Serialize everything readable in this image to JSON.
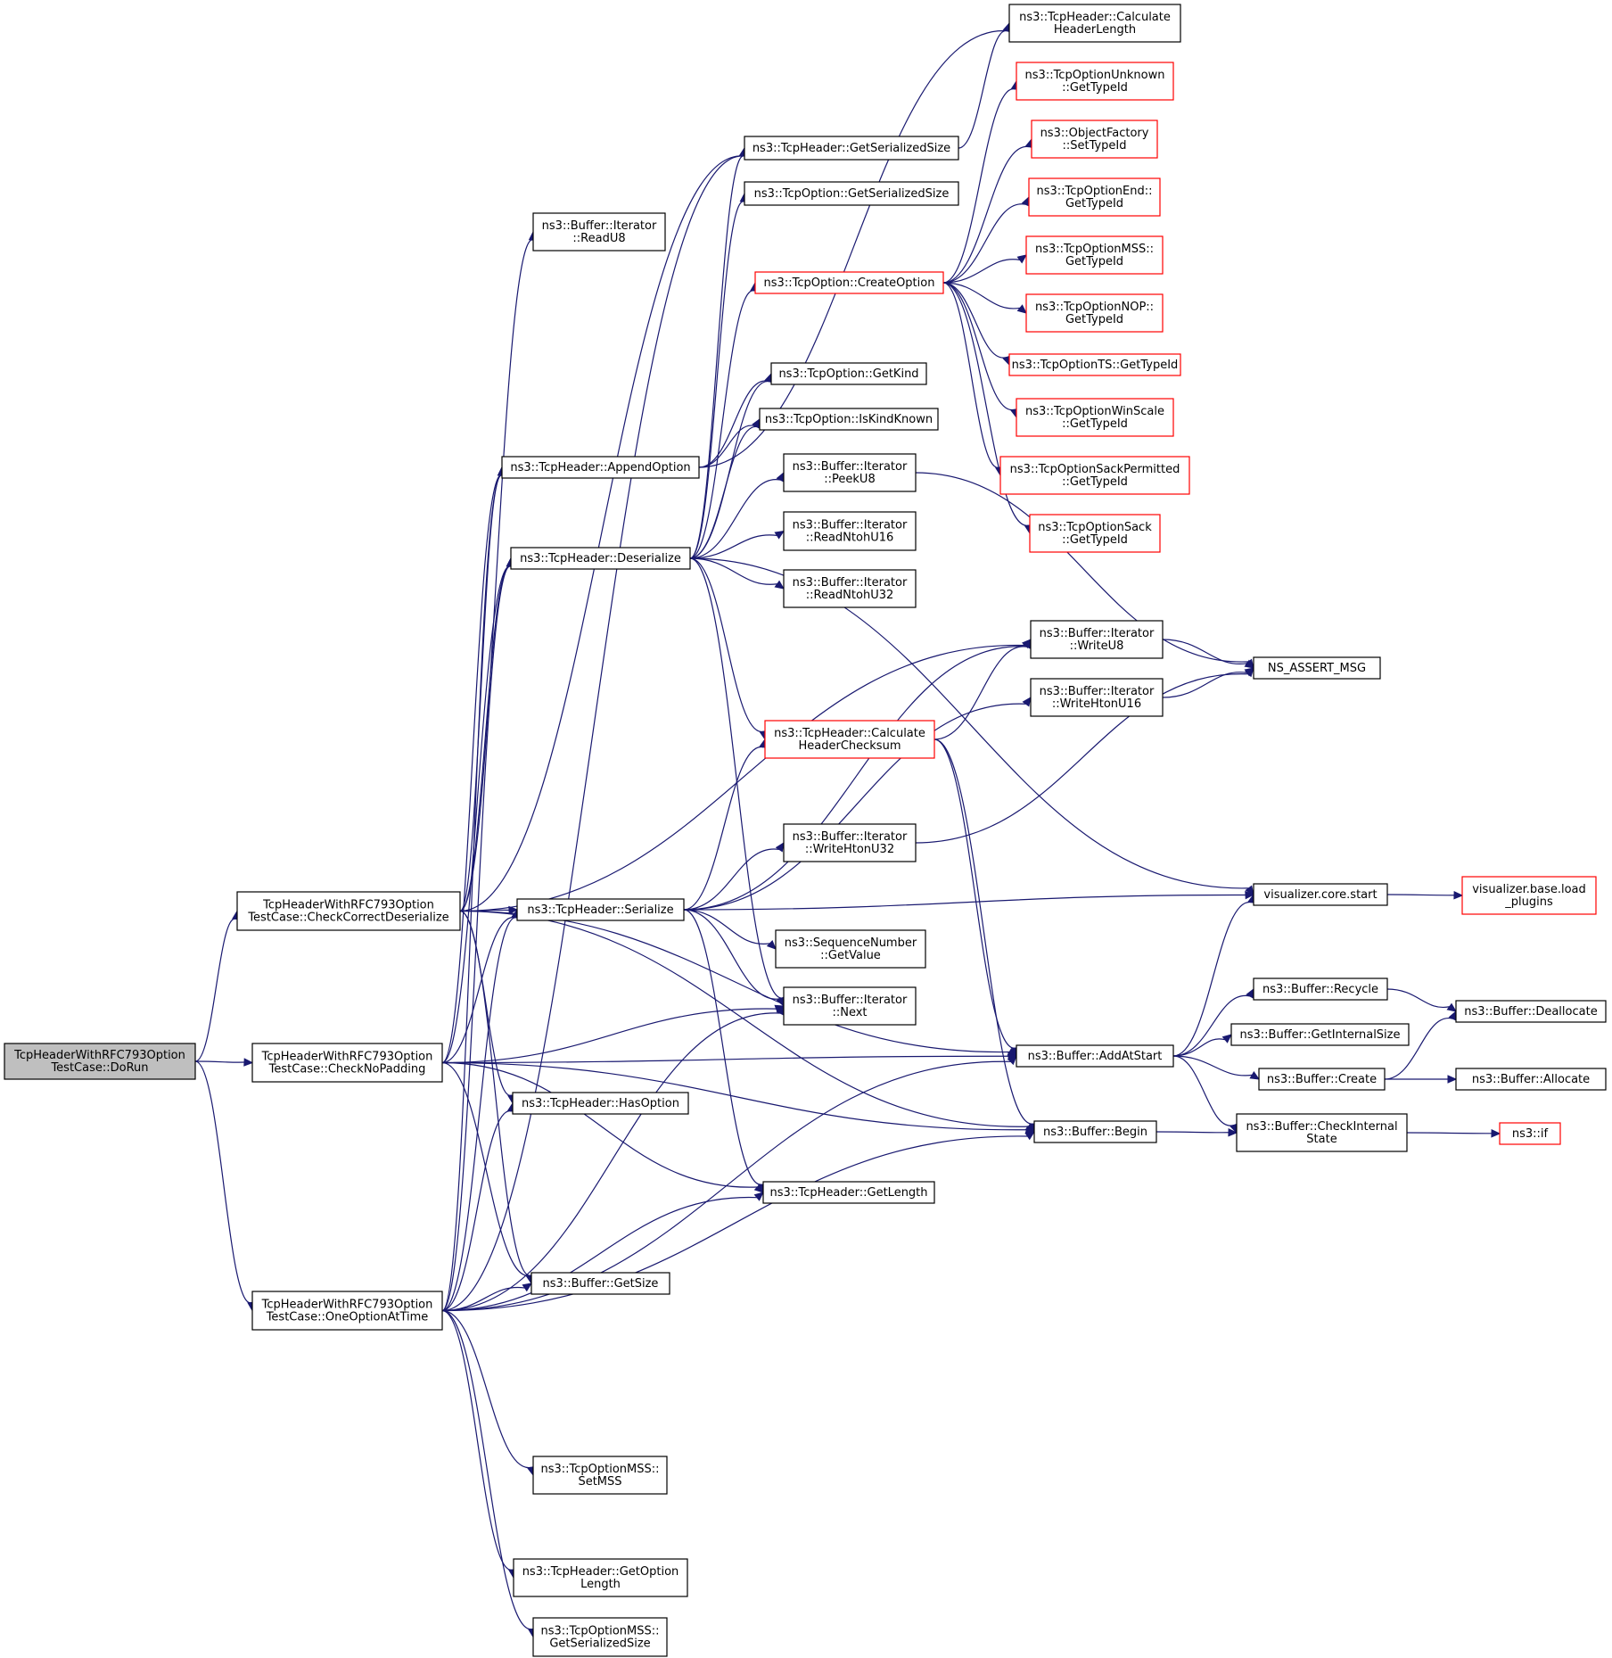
{
  "colors": {
    "edge": "#191970",
    "root_fill": "#bfbfbf",
    "default_border": "#000000",
    "truncated_border": "#ff0000"
  },
  "nodes": [
    {
      "id": "dorun",
      "lines": [
        "TcpHeaderWithRFC793Option",
        "TestCase::DoRun"
      ],
      "style": "root"
    },
    {
      "id": "checkcorrect",
      "lines": [
        "TcpHeaderWithRFC793Option",
        "TestCase::CheckCorrectDeserialize"
      ],
      "style": "normal"
    },
    {
      "id": "checknopad",
      "lines": [
        "TcpHeaderWithRFC793Option",
        "TestCase::CheckNoPadding"
      ],
      "style": "normal"
    },
    {
      "id": "oneopt",
      "lines": [
        "TcpHeaderWithRFC793Option",
        "TestCase::OneOptionAtTime"
      ],
      "style": "normal"
    },
    {
      "id": "readu8",
      "lines": [
        "ns3::Buffer::Iterator",
        "::ReadU8"
      ],
      "style": "normal"
    },
    {
      "id": "appendopt",
      "lines": [
        "ns3::TcpHeader::AppendOption"
      ],
      "style": "normal"
    },
    {
      "id": "deser",
      "lines": [
        "ns3::TcpHeader::Deserialize"
      ],
      "style": "normal"
    },
    {
      "id": "ser",
      "lines": [
        "ns3::TcpHeader::Serialize"
      ],
      "style": "normal"
    },
    {
      "id": "hasopt",
      "lines": [
        "ns3::TcpHeader::HasOption"
      ],
      "style": "normal"
    },
    {
      "id": "getsize",
      "lines": [
        "ns3::Buffer::GetSize"
      ],
      "style": "normal"
    },
    {
      "id": "setmss",
      "lines": [
        "ns3::TcpOptionMSS::",
        "SetMSS"
      ],
      "style": "normal"
    },
    {
      "id": "getoptlen",
      "lines": [
        "ns3::TcpHeader::GetOption",
        "Length"
      ],
      "style": "normal"
    },
    {
      "id": "msssersize",
      "lines": [
        "ns3::TcpOptionMSS::",
        "GetSerializedSize"
      ],
      "style": "normal"
    },
    {
      "id": "hdrsersize",
      "lines": [
        "ns3::TcpHeader::GetSerializedSize"
      ],
      "style": "normal"
    },
    {
      "id": "optsersize",
      "lines": [
        "ns3::TcpOption::GetSerializedSize"
      ],
      "style": "normal"
    },
    {
      "id": "createopt",
      "lines": [
        "ns3::TcpOption::CreateOption"
      ],
      "style": "truncated"
    },
    {
      "id": "getkind",
      "lines": [
        "ns3::TcpOption::GetKind"
      ],
      "style": "normal"
    },
    {
      "id": "iskind",
      "lines": [
        "ns3::TcpOption::IsKindKnown"
      ],
      "style": "normal"
    },
    {
      "id": "peeku8",
      "lines": [
        "ns3::Buffer::Iterator",
        "::PeekU8"
      ],
      "style": "normal"
    },
    {
      "id": "readu16",
      "lines": [
        "ns3::Buffer::Iterator",
        "::ReadNtohU16"
      ],
      "style": "normal"
    },
    {
      "id": "readu32",
      "lines": [
        "ns3::Buffer::Iterator",
        "::ReadNtohU32"
      ],
      "style": "normal"
    },
    {
      "id": "calcchk",
      "lines": [
        "ns3::TcpHeader::Calculate",
        "HeaderChecksum"
      ],
      "style": "truncated"
    },
    {
      "id": "writehu32",
      "lines": [
        "ns3::Buffer::Iterator",
        "::WriteHtonU32"
      ],
      "style": "normal"
    },
    {
      "id": "seqval",
      "lines": [
        "ns3::SequenceNumber",
        "::GetValue"
      ],
      "style": "normal"
    },
    {
      "id": "next",
      "lines": [
        "ns3::Buffer::Iterator",
        "::Next"
      ],
      "style": "normal"
    },
    {
      "id": "getlen",
      "lines": [
        "ns3::TcpHeader::GetLength"
      ],
      "style": "normal"
    },
    {
      "id": "calchdrlen",
      "lines": [
        "ns3::TcpHeader::Calculate",
        "HeaderLength"
      ],
      "style": "normal"
    },
    {
      "id": "unk",
      "lines": [
        "ns3::TcpOptionUnknown",
        "::GetTypeId"
      ],
      "style": "truncated"
    },
    {
      "id": "objfac",
      "lines": [
        "ns3::ObjectFactory",
        "::SetTypeId"
      ],
      "style": "truncated"
    },
    {
      "id": "endtid",
      "lines": [
        "ns3::TcpOptionEnd::",
        "GetTypeId"
      ],
      "style": "truncated"
    },
    {
      "id": "msstid",
      "lines": [
        "ns3::TcpOptionMSS::",
        "GetTypeId"
      ],
      "style": "truncated"
    },
    {
      "id": "noptid",
      "lines": [
        "ns3::TcpOptionNOP::",
        "GetTypeId"
      ],
      "style": "truncated"
    },
    {
      "id": "tstid",
      "lines": [
        "ns3::TcpOptionTS::GetTypeId"
      ],
      "style": "truncated"
    },
    {
      "id": "wstid",
      "lines": [
        "ns3::TcpOptionWinScale",
        "::GetTypeId"
      ],
      "style": "truncated"
    },
    {
      "id": "sackptid",
      "lines": [
        "ns3::TcpOptionSackPermitted",
        "::GetTypeId"
      ],
      "style": "truncated"
    },
    {
      "id": "sacktid",
      "lines": [
        "ns3::TcpOptionSack",
        "::GetTypeId"
      ],
      "style": "truncated"
    },
    {
      "id": "writeu8",
      "lines": [
        "ns3::Buffer::Iterator",
        "::WriteU8"
      ],
      "style": "normal"
    },
    {
      "id": "writehu16",
      "lines": [
        "ns3::Buffer::Iterator",
        "::WriteHtonU16"
      ],
      "style": "normal"
    },
    {
      "id": "addatstart",
      "lines": [
        "ns3::Buffer::AddAtStart"
      ],
      "style": "normal"
    },
    {
      "id": "begin",
      "lines": [
        "ns3::Buffer::Begin"
      ],
      "style": "normal"
    },
    {
      "id": "nsassert",
      "lines": [
        "NS_ASSERT_MSG"
      ],
      "style": "normal"
    },
    {
      "id": "vizstart",
      "lines": [
        "visualizer.core.start"
      ],
      "style": "normal"
    },
    {
      "id": "recycle",
      "lines": [
        "ns3::Buffer::Recycle"
      ],
      "style": "normal"
    },
    {
      "id": "getintsize",
      "lines": [
        "ns3::Buffer::GetInternalSize"
      ],
      "style": "normal"
    },
    {
      "id": "create",
      "lines": [
        "ns3::Buffer::Create"
      ],
      "style": "normal"
    },
    {
      "id": "checkint",
      "lines": [
        "ns3::Buffer::CheckInternal",
        "State"
      ],
      "style": "normal"
    },
    {
      "id": "vizload",
      "lines": [
        "visualizer.base.load",
        "_plugins"
      ],
      "style": "truncated"
    },
    {
      "id": "dealloc",
      "lines": [
        "ns3::Buffer::Deallocate"
      ],
      "style": "normal"
    },
    {
      "id": "alloc",
      "lines": [
        "ns3::Buffer::Allocate"
      ],
      "style": "normal"
    },
    {
      "id": "nsif",
      "lines": [
        "ns3::if"
      ],
      "style": "truncated"
    }
  ],
  "edges": [
    [
      "dorun",
      "checkcorrect"
    ],
    [
      "dorun",
      "checknopad"
    ],
    [
      "dorun",
      "oneopt"
    ],
    [
      "checkcorrect",
      "readu8"
    ],
    [
      "checkcorrect",
      "appendopt"
    ],
    [
      "checkcorrect",
      "deser"
    ],
    [
      "checkcorrect",
      "ser"
    ],
    [
      "checkcorrect",
      "hasopt"
    ],
    [
      "checkcorrect",
      "getsize"
    ],
    [
      "checkcorrect",
      "hdrsersize"
    ],
    [
      "checkcorrect",
      "writeu8"
    ],
    [
      "checkcorrect",
      "addatstart"
    ],
    [
      "checkcorrect",
      "begin"
    ],
    [
      "checknopad",
      "appendopt"
    ],
    [
      "checknopad",
      "deser"
    ],
    [
      "checknopad",
      "ser"
    ],
    [
      "checknopad",
      "next"
    ],
    [
      "checknopad",
      "getsize"
    ],
    [
      "checknopad",
      "getlen"
    ],
    [
      "checknopad",
      "addatstart"
    ],
    [
      "checknopad",
      "begin"
    ],
    [
      "oneopt",
      "appendopt"
    ],
    [
      "oneopt",
      "deser"
    ],
    [
      "oneopt",
      "ser"
    ],
    [
      "oneopt",
      "hasopt"
    ],
    [
      "oneopt",
      "getsize"
    ],
    [
      "oneopt",
      "setmss"
    ],
    [
      "oneopt",
      "getoptlen"
    ],
    [
      "oneopt",
      "msssersize"
    ],
    [
      "oneopt",
      "hdrsersize"
    ],
    [
      "oneopt",
      "next"
    ],
    [
      "oneopt",
      "getlen"
    ],
    [
      "oneopt",
      "addatstart"
    ],
    [
      "oneopt",
      "begin"
    ],
    [
      "appendopt",
      "getkind"
    ],
    [
      "appendopt",
      "iskind"
    ],
    [
      "appendopt",
      "calchdrlen"
    ],
    [
      "deser",
      "hdrsersize"
    ],
    [
      "deser",
      "optsersize"
    ],
    [
      "deser",
      "createopt"
    ],
    [
      "deser",
      "getkind"
    ],
    [
      "deser",
      "iskind"
    ],
    [
      "deser",
      "peeku8"
    ],
    [
      "deser",
      "readu16"
    ],
    [
      "deser",
      "readu32"
    ],
    [
      "deser",
      "calcchk"
    ],
    [
      "deser",
      "next"
    ],
    [
      "deser",
      "vizstart"
    ],
    [
      "ser",
      "writeu8"
    ],
    [
      "ser",
      "calcchk"
    ],
    [
      "ser",
      "writehu16"
    ],
    [
      "ser",
      "writehu32"
    ],
    [
      "ser",
      "vizstart"
    ],
    [
      "ser",
      "seqval"
    ],
    [
      "ser",
      "next"
    ],
    [
      "ser",
      "getlen"
    ],
    [
      "hdrsersize",
      "calchdrlen"
    ],
    [
      "createopt",
      "unk"
    ],
    [
      "createopt",
      "objfac"
    ],
    [
      "createopt",
      "endtid"
    ],
    [
      "createopt",
      "msstid"
    ],
    [
      "createopt",
      "noptid"
    ],
    [
      "createopt",
      "tstid"
    ],
    [
      "createopt",
      "wstid"
    ],
    [
      "createopt",
      "sackptid"
    ],
    [
      "createopt",
      "sacktid"
    ],
    [
      "peeku8",
      "nsassert"
    ],
    [
      "calcchk",
      "writeu8"
    ],
    [
      "calcchk",
      "addatstart"
    ],
    [
      "calcchk",
      "begin"
    ],
    [
      "writehu32",
      "nsassert"
    ],
    [
      "writeu8",
      "nsassert"
    ],
    [
      "writehu16",
      "nsassert"
    ],
    [
      "addatstart",
      "vizstart"
    ],
    [
      "addatstart",
      "recycle"
    ],
    [
      "addatstart",
      "getintsize"
    ],
    [
      "addatstart",
      "create"
    ],
    [
      "addatstart",
      "checkint"
    ],
    [
      "begin",
      "checkint"
    ],
    [
      "vizstart",
      "vizload"
    ],
    [
      "recycle",
      "dealloc"
    ],
    [
      "create",
      "dealloc"
    ],
    [
      "create",
      "alloc"
    ],
    [
      "checkint",
      "nsif"
    ]
  ]
}
